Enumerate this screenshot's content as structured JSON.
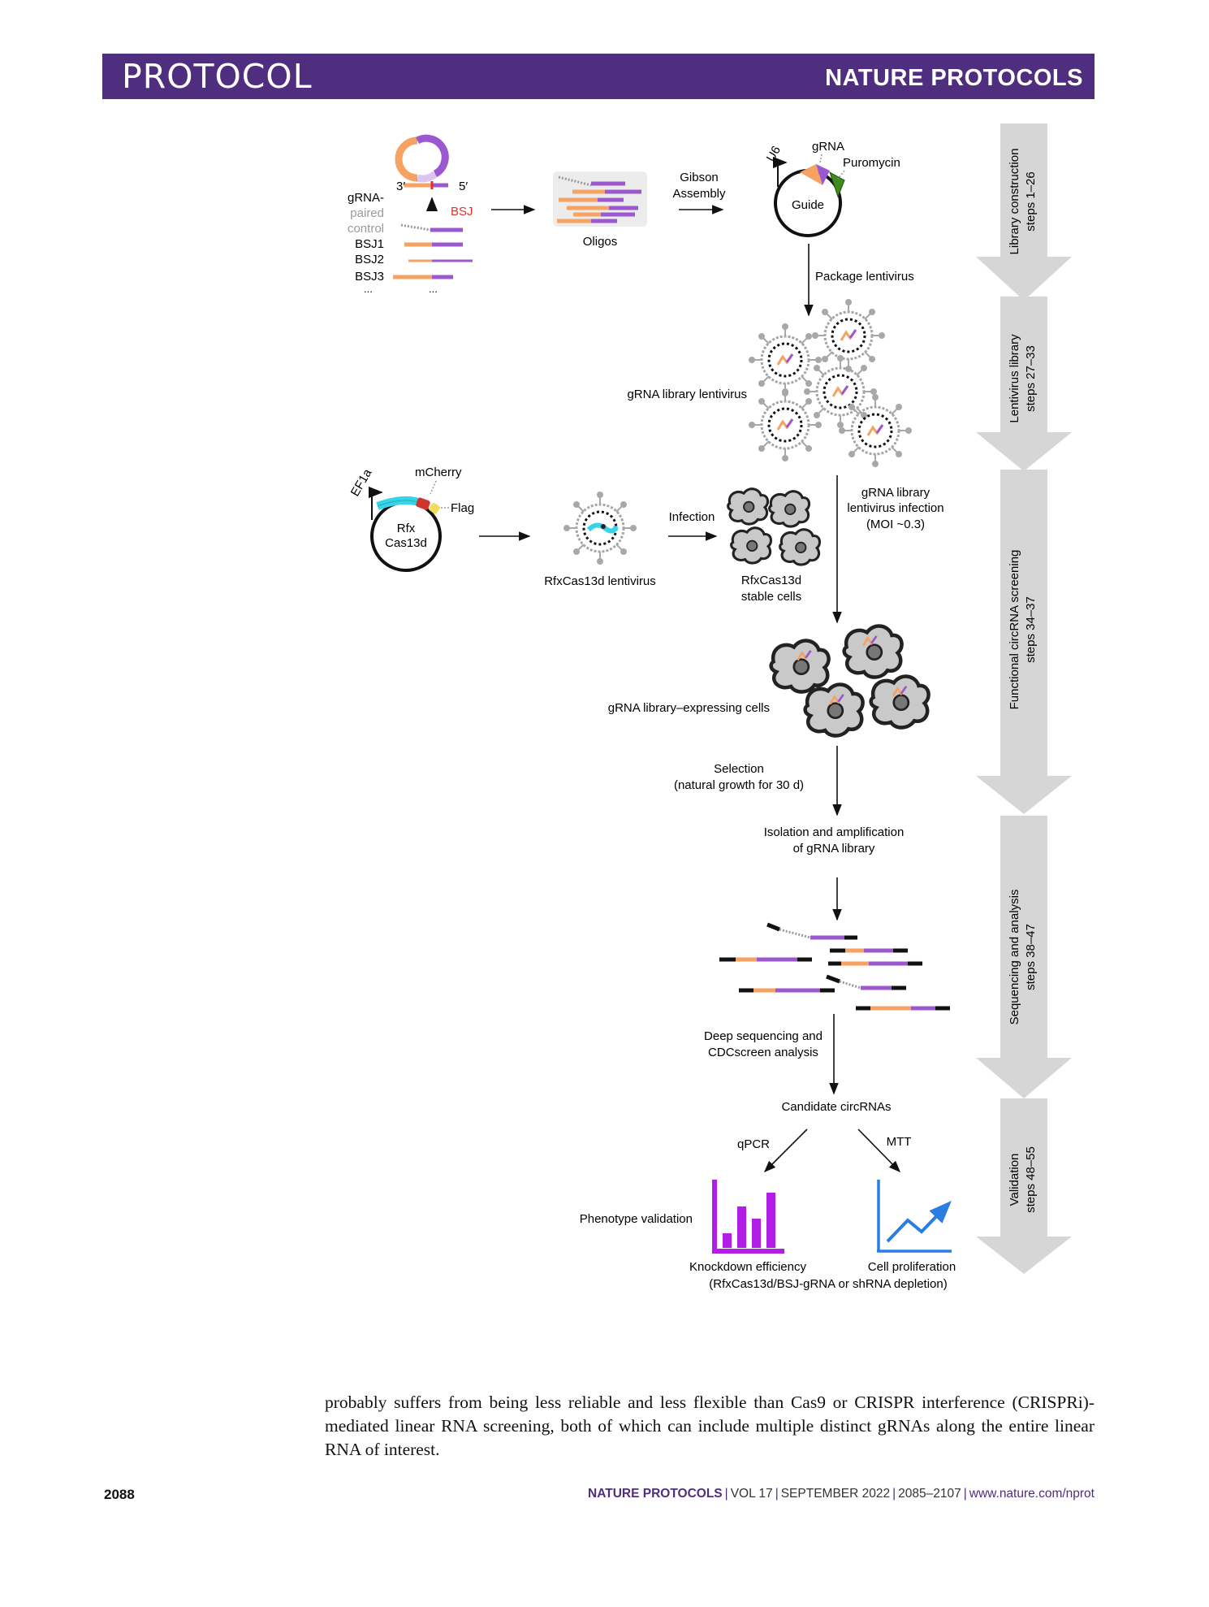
{
  "header": {
    "section": "PROTOCOL",
    "journal": "NATURE PROTOCOLS"
  },
  "figure": {
    "stages": [
      {
        "name": "Library construction",
        "steps": "steps 1–26"
      },
      {
        "name": "Lentivirus library",
        "steps": "steps 27–33"
      },
      {
        "name": "Functional circRNA screening",
        "steps": "steps 34–37"
      },
      {
        "name": "Sequencing and analysis",
        "steps": "steps 38–47"
      },
      {
        "name": "Validation",
        "steps": "steps 48–55"
      }
    ],
    "labels": {
      "prime3": "3′",
      "prime5": "5′",
      "grna_head": "gRNA-",
      "paired": "paired",
      "control": "control",
      "bsj": "BSJ",
      "bsj1": "BSJ1",
      "bsj2": "BSJ2",
      "bsj3": "BSJ3",
      "ellipsis": "...",
      "oligos": "Oligos",
      "gibson1": "Gibson",
      "gibson2": "Assembly",
      "u6": "U6",
      "grna": "gRNA",
      "puromycin": "Puromycin",
      "guide": "Guide",
      "package": "Package lentivirus",
      "grna_lenti": "gRNA library lentivirus",
      "ef1a": "EF1a",
      "mcherry": "mCherry",
      "flag": "Flag",
      "rfx1": "Rfx",
      "rfx2": "Cas13d",
      "rfx_lenti": "RfxCas13d lentivirus",
      "infection": "Infection",
      "stable1": "RfxCas13d",
      "stable2": "stable cells",
      "lenti_inf1": "gRNA library",
      "lenti_inf2": "lentivirus infection",
      "lenti_inf3": "(MOI ~0.3)",
      "expr_cells": "gRNA library–expressing cells",
      "selection1": "Selection",
      "selection2": "(natural growth for 30 d)",
      "isolation1": "Isolation and amplification",
      "isolation2": "of gRNA library",
      "deepseq1": "Deep sequencing and",
      "deepseq2": "CDCscreen analysis",
      "candidates": "Candidate circRNAs",
      "qpcr": "qPCR",
      "mtt": "MTT",
      "phenotype": "Phenotype validation",
      "knockdown": "Knockdown efficiency",
      "proliferation": "Cell proliferation",
      "depletion": "(RfxCas13d/BSJ-gRNA or shRNA depletion)"
    }
  },
  "body_text": "probably suffers from being less reliable and less flexible than Cas9 or CRISPR interference (CRISPRi)-mediated linear RNA screening, both of which can include multiple distinct gRNAs along the entire linear RNA of interest.",
  "footer": {
    "page": "2088",
    "journal": "NATURE PROTOCOLS",
    "volume": "VOL 17",
    "date": "SEPTEMBER 2022",
    "pages": "2085–2107",
    "url": "www.nature.com/nprot",
    "sep": "|"
  },
  "colors": {
    "header": "#4f2d7f",
    "orange": "#f5a262",
    "purple": "#9b59d0",
    "red": "#e0302a",
    "mcherry": "#d0342c",
    "cyan": "#35d4e6",
    "chart_magenta": "#b31ee6",
    "chart_blue": "#2a7de1",
    "stage_arrow": "#d6d6d6"
  }
}
